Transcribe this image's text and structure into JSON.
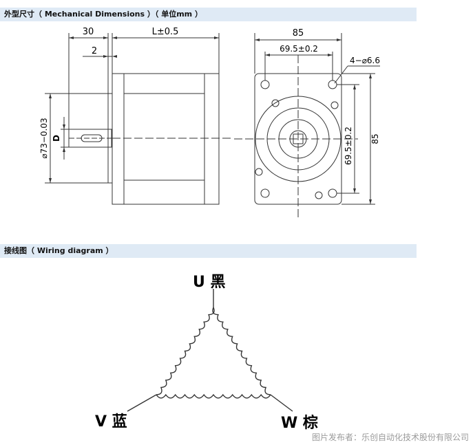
{
  "section1": {
    "title": "外型尺寸（ Mechanical Dimensions ）（ 单位mm ）"
  },
  "section2": {
    "title": "接线图（ Wiring diagram ）"
  },
  "drawing": {
    "dim_30": "30",
    "dim_2": "2",
    "dim_L": "L±0.5",
    "dim_phi73": "⌀73−0.03",
    "dim_D": "D",
    "dim_85_top": "85",
    "dim_69_5_top": "69.5±0.2",
    "dim_holes": "4−⌀6.6",
    "dim_69_5_side": "69.5±0.2",
    "dim_85_side": "85"
  },
  "wiring": {
    "u_label": "U 黑",
    "v_label": "V 蓝",
    "w_label": "W 棕"
  },
  "credit": "图片发布者：乐创自动化技术股份有限公司"
}
